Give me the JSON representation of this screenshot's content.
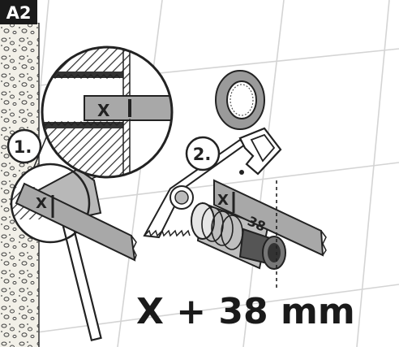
{
  "panel_label": "A2",
  "step1_label": "1.",
  "step2_label": "2.",
  "detail_marker": "X",
  "step1_marker": "X",
  "step2_marker": "X",
  "step2_measure": "38",
  "formula": "X + 38 mm",
  "colors": {
    "background": "#ffffff",
    "tile_grid": "#cfcfcf",
    "metal_grey": "#a6a6a6",
    "dark_grey": "#4a4a4a",
    "outline": "#222222",
    "wall_texture": "#f0efe8"
  },
  "icons": [
    "wall-texture",
    "magnifier-detail",
    "hacksaw-icon",
    "pipe-fitting-icon",
    "threaded-nut-icon",
    "measuring-rule"
  ]
}
